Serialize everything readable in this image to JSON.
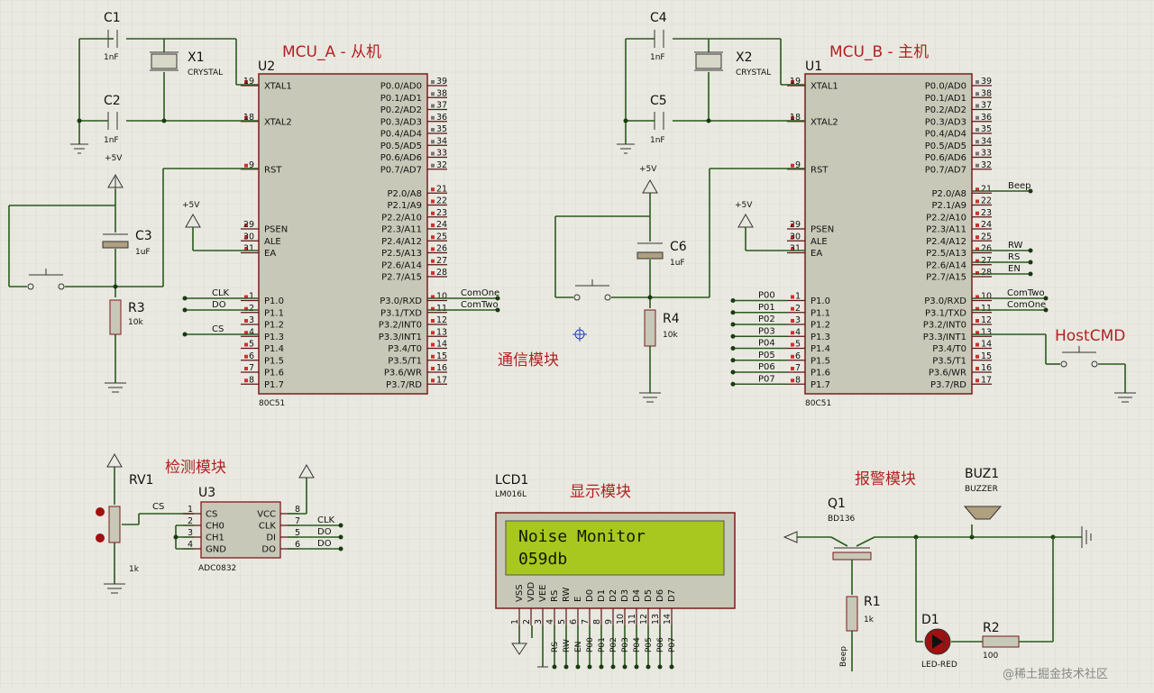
{
  "power": {
    "vcc": "+5V"
  },
  "nets": {
    "clk": "CLK",
    "do": "DO",
    "cs": "CS",
    "comone": "ComOne",
    "comtwo": "ComTwo",
    "beep": "Beep",
    "rw": "RW",
    "rs": "RS",
    "en": "EN"
  },
  "modules": {
    "comm": "通信模块",
    "detect": "检测模块",
    "display": "显示模块",
    "alarm": "报警模块",
    "hostcmd": "HostCMD"
  },
  "mcu_a": {
    "title": "MCU_A - 从机",
    "ref": "U2",
    "part": "80C51",
    "c1": {
      "ref": "C1",
      "value": "1nF"
    },
    "c2": {
      "ref": "C2",
      "value": "1nF"
    },
    "x1": {
      "ref": "X1",
      "value": "CRYSTAL"
    },
    "c3": {
      "ref": "C3",
      "value": "1uF"
    },
    "r3": {
      "ref": "R3",
      "value": "10k"
    }
  },
  "mcu_b": {
    "title": "MCU_B - 主机",
    "ref": "U1",
    "part": "80C51",
    "c4": {
      "ref": "C4",
      "value": "1nF"
    },
    "c5": {
      "ref": "C5",
      "value": "1nF"
    },
    "x2": {
      "ref": "X2",
      "value": "CRYSTAL"
    },
    "c6": {
      "ref": "C6",
      "value": "1uF"
    },
    "r4": {
      "ref": "R4",
      "value": "10k"
    }
  },
  "mcu_pins_left": [
    {
      "num": "19",
      "name": "XTAL1",
      "row": 0
    },
    {
      "num": "18",
      "name": "XTAL2",
      "row": 3
    },
    {
      "num": "9",
      "name": "RST",
      "row": 7
    },
    {
      "num": "29",
      "name": "PSEN",
      "row": 12
    },
    {
      "num": "30",
      "name": "ALE",
      "row": 13
    },
    {
      "num": "31",
      "name": "EA",
      "row": 14
    },
    {
      "num": "1",
      "name": "P1.0",
      "row": 18
    },
    {
      "num": "2",
      "name": "P1.1",
      "row": 19
    },
    {
      "num": "3",
      "name": "P1.2",
      "row": 20
    },
    {
      "num": "4",
      "name": "P1.3",
      "row": 21
    },
    {
      "num": "5",
      "name": "P1.4",
      "row": 22
    },
    {
      "num": "6",
      "name": "P1.5",
      "row": 23
    },
    {
      "num": "7",
      "name": "P1.6",
      "row": 24
    },
    {
      "num": "8",
      "name": "P1.7",
      "row": 25
    }
  ],
  "mcu_pins_right": [
    {
      "num": "39",
      "name": "P0.0/AD0",
      "row": 0
    },
    {
      "num": "38",
      "name": "P0.1/AD1",
      "row": 1
    },
    {
      "num": "37",
      "name": "P0.2/AD2",
      "row": 2
    },
    {
      "num": "36",
      "name": "P0.3/AD3",
      "row": 3
    },
    {
      "num": "35",
      "name": "P0.4/AD4",
      "row": 4
    },
    {
      "num": "34",
      "name": "P0.5/AD5",
      "row": 5
    },
    {
      "num": "33",
      "name": "P0.6/AD6",
      "row": 6
    },
    {
      "num": "32",
      "name": "P0.7/AD7",
      "row": 7
    },
    {
      "num": "21",
      "name": "P2.0/A8",
      "row": 9
    },
    {
      "num": "22",
      "name": "P2.1/A9",
      "row": 10
    },
    {
      "num": "23",
      "name": "P2.2/A10",
      "row": 11
    },
    {
      "num": "24",
      "name": "P2.3/A11",
      "row": 12
    },
    {
      "num": "25",
      "name": "P2.4/A12",
      "row": 13
    },
    {
      "num": "26",
      "name": "P2.5/A13",
      "row": 14
    },
    {
      "num": "27",
      "name": "P2.6/A14",
      "row": 15
    },
    {
      "num": "28",
      "name": "P2.7/A15",
      "row": 16
    },
    {
      "num": "10",
      "name": "P3.0/RXD",
      "row": 18
    },
    {
      "num": "11",
      "name": "P3.1/TXD",
      "row": 19
    },
    {
      "num": "12",
      "name": "P3.2/INT0",
      "row": 20
    },
    {
      "num": "13",
      "name": "P3.3/INT1",
      "row": 21
    },
    {
      "num": "14",
      "name": "P3.4/T0",
      "row": 22
    },
    {
      "num": "15",
      "name": "P3.5/T1",
      "row": 23
    },
    {
      "num": "16",
      "name": "P3.6/WR",
      "row": 24
    },
    {
      "num": "17",
      "name": "P3.7/RD",
      "row": 25
    }
  ],
  "mcu_b_p1_nets": [
    "P00",
    "P01",
    "P02",
    "P03",
    "P04",
    "P05",
    "P06",
    "P07"
  ],
  "adc": {
    "ref": "U3",
    "part": "ADC0832",
    "rv1": {
      "ref": "RV1",
      "value": "1k"
    },
    "pins_left": [
      {
        "num": "1",
        "name": "CS"
      },
      {
        "num": "2",
        "name": "CH0"
      },
      {
        "num": "3",
        "name": "CH1"
      },
      {
        "num": "4",
        "name": "GND"
      }
    ],
    "pins_right": [
      {
        "num": "8",
        "name": "VCC"
      },
      {
        "num": "7",
        "name": "CLK"
      },
      {
        "num": "5",
        "name": "DI"
      },
      {
        "num": "6",
        "name": "DO"
      }
    ]
  },
  "lcd": {
    "ref": "LCD1",
    "part": "LM016L",
    "line1": "Noise Monitor",
    "line2": " 059db",
    "pins": [
      {
        "num": "1",
        "name": "VSS",
        "net": ""
      },
      {
        "num": "2",
        "name": "VDD",
        "net": ""
      },
      {
        "num": "3",
        "name": "VEE",
        "net": ""
      },
      {
        "num": "4",
        "name": "RS",
        "net": "RS"
      },
      {
        "num": "5",
        "name": "RW",
        "net": "RW"
      },
      {
        "num": "6",
        "name": "E",
        "net": "EN"
      },
      {
        "num": "7",
        "name": "D0",
        "net": "P00"
      },
      {
        "num": "8",
        "name": "D1",
        "net": "P01"
      },
      {
        "num": "9",
        "name": "D2",
        "net": "P02"
      },
      {
        "num": "10",
        "name": "D3",
        "net": "P03"
      },
      {
        "num": "11",
        "name": "D4",
        "net": "P04"
      },
      {
        "num": "12",
        "name": "D5",
        "net": "P05"
      },
      {
        "num": "13",
        "name": "D6",
        "net": "P06"
      },
      {
        "num": "14",
        "name": "D7",
        "net": "P07"
      }
    ]
  },
  "alarm": {
    "q1": {
      "ref": "Q1",
      "part": "BD136"
    },
    "buz1": {
      "ref": "BUZ1",
      "part": "BUZZER"
    },
    "r1": {
      "ref": "R1",
      "value": "1k"
    },
    "d1": {
      "ref": "D1",
      "part": "LED-RED"
    },
    "r2": {
      "ref": "R2",
      "value": "100"
    }
  },
  "watermark": "@稀土掘金技术社区"
}
